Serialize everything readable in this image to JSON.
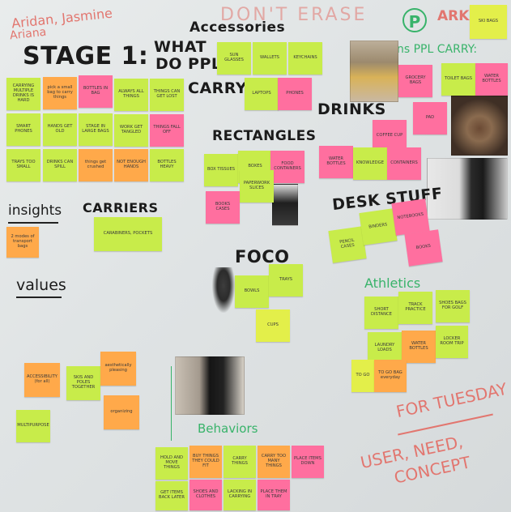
{
  "headings": {
    "team": "Aridan, Jasmine",
    "team2": "Ariana",
    "stage": "STAGE 1:",
    "what": "WHAT",
    "do_ppl": "DO PPL",
    "carry": "CARRY",
    "dont_erase": "DON'T ERASE",
    "circle_p": "P",
    "ark": "ARK",
    "accessories": "Accessories",
    "ppl_carry": "ns PPL CARRY:",
    "drinks": "DRINKS",
    "rectangles": "RECTANGLES",
    "desk_stuff": "DESK STUFF",
    "insights": "insights",
    "carriers": "CARRIERS",
    "foco": "FOCO",
    "values": "values",
    "athletics": "Athletics",
    "behaviors": "Behaviors",
    "for_tuesday": "FOR TUESDAY",
    "user_need": "USER, NEED,",
    "concept": "CONCEPT"
  },
  "notes": {
    "n1": "CARRYING MULTIPLE DRINKS IS HARD",
    "n2": "pick a small bag to carry things",
    "n3": "BOTTLES IN BAG",
    "n4": "ALWAYS ALL THINGS",
    "n5": "THINGS CAN GET LOST",
    "n6": "SMART PHONES",
    "n7": "HANDS GET OLD",
    "n8": "STAGE IN LARGE BAGS",
    "n9": "WORK GET TANGLED",
    "n10": "THINGS FALL OFF",
    "n11": "TRAYS TOO SMALL",
    "n12": "DRINKS CAN SPILL",
    "n13": "things get crushed",
    "n14": "NOT ENOUGH HANDS",
    "n15": "BOTTLES HEAVY",
    "acc1": "SUN GLASSES",
    "acc2": "WALLETS",
    "acc3": "KEYCHAINS",
    "acc4": "LAPTOPS",
    "acc5": "PHONES",
    "ski": "SKI BAGS",
    "c1": "GROCERY BAGS",
    "c2": "TOILET BAGS",
    "c3": "PAD",
    "c4": "WATER BOTTLES",
    "d1": "COFFEE CUP",
    "d2": "WATER BOTTLES",
    "d3": "KNOWLEDGE",
    "d4": "CONTAINERS",
    "r1": "BOX TISSUES",
    "r2": "BOXES",
    "r3": "PAPERWORK SLICES",
    "r4": "FOOD CONTAINERS",
    "r5": "BOOKS CASES",
    "ds1": "PENCIL CASES",
    "ds2": "BINDERS",
    "ds3": "NOTEBOOKS",
    "ds4": "BOOKS",
    "ins1": "2 modes of transport bags",
    "car1": "CARABINERS, POCKETS",
    "f1": "BOWLS",
    "f2": "TRAYS",
    "f3": "CUPS",
    "v1": "ACCESSIBILITY (for all)",
    "v2": "SKIS AND POLES TOGETHER",
    "v3": "aesthetically pleasing",
    "v4": "MULTIPURPOSE",
    "v5": "organizing",
    "a1": "SHORT DISTANCE",
    "a2": "TRACK PRACTICE",
    "a3": "SHOES BAGS FOR GOLF",
    "a4": "LAUNDRY LOADS",
    "a5": "WATER BOTTLES",
    "a6": "LOCKER ROOM TRIP",
    "a7": "TO GO",
    "a8": "TO GO BAG everyday",
    "b1": "HOLD AND MOVE THINGS",
    "b2": "BUY THINGS THEY COULD FIT",
    "b3": "CARRY THINGS",
    "b4": "CARRY TOO MANY THINGS",
    "b5": "PLACE ITEMS DOWN",
    "b6": "GET ITEMS BACK LATER",
    "b7": "SHOES AND CLOTHES",
    "b8": "LACKING IN CARRYING",
    "b9": "PLACE THEM IN TRAY"
  }
}
